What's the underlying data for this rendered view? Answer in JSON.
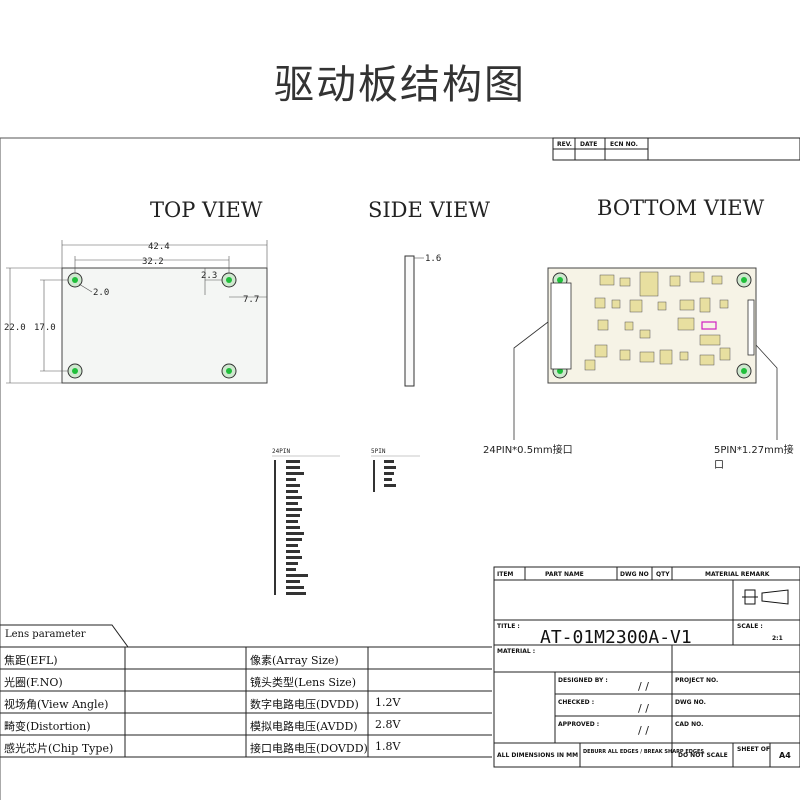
{
  "title": "驱动板结构图",
  "views": {
    "top": "TOP VIEW",
    "side": "SIDE VIEW",
    "bottom": "BOTTOM VIEW"
  },
  "dims": {
    "d1": "42.4",
    "d2": "32.2",
    "d3": "2.3",
    "d4": "2.0",
    "d5": "22.0",
    "d6": "17.0",
    "d7": "7.7",
    "side_t": "1.6"
  },
  "connectors": {
    "left": "24PIN*0.5mm接口",
    "right": "5PIN*1.27mm接口"
  },
  "revision_row": [
    "REV.",
    "DATE",
    "ECN NO."
  ],
  "title_block": {
    "row1": [
      "ITEM",
      "PART NAME",
      "DWG NO",
      "QTY",
      "MATERIAL REMARK"
    ],
    "title_label": "TITLE :",
    "scale_label": "SCALE :",
    "scale_value": "2:1",
    "part_no": "AT-01M2300A-V1",
    "material_label": "MATERIAL :",
    "designed": "DESIGNED BY :",
    "checked": "CHECKED :",
    "approved": "APPROVED :",
    "project_no": "PROJECT NO.",
    "dwg_no": "DWG NO.",
    "cad_no": "CAD NO.",
    "slash": "/ /",
    "units": "ALL DIMENSIONS IN MM",
    "deburr": "DEBURR ALL EDGES / BREAK SHARP EDGES",
    "do_not_scale": "DO NOT SCALE",
    "sheet": "SHEET OF",
    "sheet_size": "A4"
  },
  "lens": {
    "header": "Lens parameter",
    "rows": [
      {
        "k1": "焦距(EFL)",
        "v1": "",
        "k2": "像素(Array Size)",
        "v2": ""
      },
      {
        "k1": "光圈(F.NO)",
        "v1": "",
        "k2": "镜头类型(Lens Size)",
        "v2": ""
      },
      {
        "k1": "视场角(View Angle)",
        "v1": "",
        "k2": "数字电路电压(DVDD)",
        "v2": "1.2V"
      },
      {
        "k1": "畸变(Distortion)",
        "v1": "",
        "k2": "模拟电路电压(AVDD)",
        "v2": "2.8V"
      },
      {
        "k1": "感光芯片(Chip Type)",
        "v1": "",
        "k2": "接口电路电压(DOVDD)",
        "v2": "1.8V"
      }
    ]
  }
}
